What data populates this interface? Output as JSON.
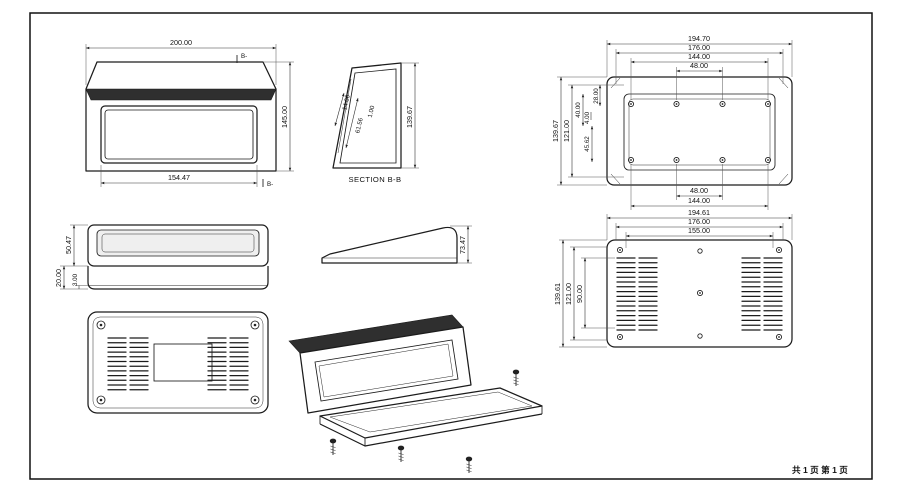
{
  "page": {
    "footer": "共 1 页  第 1 页"
  },
  "labels": {
    "section_title": "SECTION B-B",
    "marker_top": "B-",
    "marker_bottom": "B-"
  },
  "front": {
    "w": "200.00",
    "h": "145.00",
    "w_inner": "154.47"
  },
  "section": {
    "t1": "14.66",
    "t2": "61.56",
    "t3": "1.00",
    "h": "139.67"
  },
  "rear": {
    "top": [
      "194.70",
      "176.00",
      "144.00",
      "48.00"
    ],
    "bottom": [
      "48.00",
      "144.00"
    ],
    "left": [
      "139.67",
      "121.00",
      "40.00",
      "4.00",
      "28.00",
      "45.62"
    ]
  },
  "top_view": {
    "h1": "50.47",
    "h2": "20.00",
    "h3": "3.00"
  },
  "side_view": {
    "h": "73.47"
  },
  "bottom_view": {
    "top": [
      "194.61",
      "176.00",
      "155.00"
    ],
    "left": [
      "139.61",
      "121.00",
      "90.00"
    ]
  }
}
